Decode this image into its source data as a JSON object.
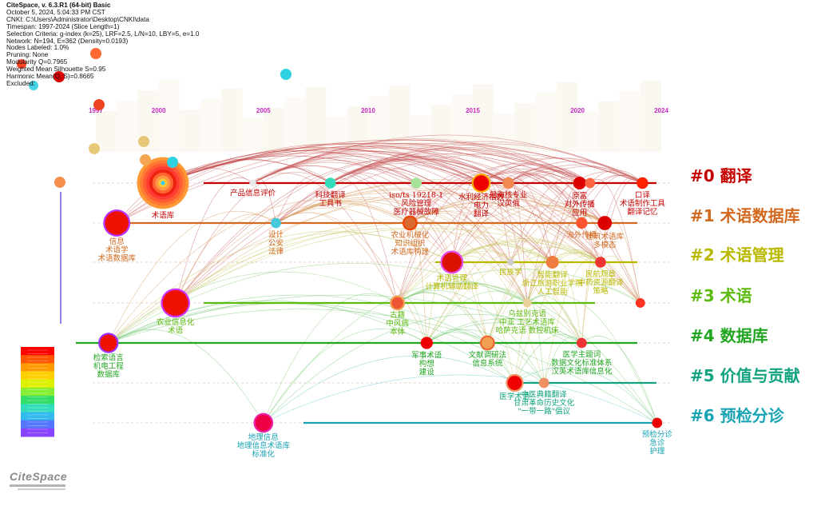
{
  "header": {
    "lines": [
      "CiteSpace, v. 6.3.R1 (64-bit) Basic",
      "October 5, 2024, 5:04:33 PM CST",
      "CNKI: C:\\Users\\Administrator\\Desktop\\CNKI\\data",
      "Timespan: 1997-2024 (Slice Length=1)",
      "Selection Criteria: g-index (k=25), LRF=2.5, L/N=10, LBY=5, e=1.0",
      "Network: N=194, E=362 (Density=0.0193)",
      "Nodes Labeled: 1.0%",
      "Pruning: None",
      "Modularity Q=0.7965",
      "Weighted Mean Silhouette S=0.95",
      "Harmonic Mean(Q, S)=0.8665",
      "Excluded:"
    ]
  },
  "brand": {
    "label": "CiteSpace"
  },
  "chart_data": {
    "type": "timeline",
    "x_range": [
      1997,
      2024
    ],
    "year_ticks": [
      "1997",
      "2000",
      "2005",
      "2010",
      "2015",
      "2020",
      "2024"
    ],
    "clusters": [
      {
        "id": "#0",
        "name": "翻译",
        "label": "#0 翻译",
        "color": "#c40000"
      },
      {
        "id": "#1",
        "name": "术语数据库",
        "label": "#1 术语数据库",
        "color": "#d2691e"
      },
      {
        "id": "#2",
        "name": "术语管理",
        "label": "#2 术语管理",
        "color": "#b8b800"
      },
      {
        "id": "#3",
        "name": "术语",
        "label": "#3 术语",
        "color": "#5cba10"
      },
      {
        "id": "#4",
        "name": "数据库",
        "label": "#4 数据库",
        "color": "#22a622"
      },
      {
        "id": "#5",
        "name": "价值与贡献",
        "label": "#5 价值与贡献",
        "color": "#11a37f"
      },
      {
        "id": "#6",
        "name": "预检分诊",
        "label": "#6 预检分诊",
        "color": "#17a3b3"
      }
    ],
    "nodes": [
      {
        "cluster": 0,
        "year": 2000.2,
        "label": "术语库",
        "size": 7,
        "color": "#ff3300",
        "ring": "#ff9933"
      },
      {
        "cluster": 0,
        "year": 2004.5,
        "label": "产品信息评价",
        "size": 0.3,
        "color": "#e7e7e7"
      },
      {
        "cluster": 0,
        "year": 2008.2,
        "label": "科技翻译\n工具书",
        "size": 0.9,
        "color": "#33ddbb"
      },
      {
        "cluster": 0,
        "year": 2012.3,
        "label": "iso/ts 19218-1\n风险管理\n医疗器械故障",
        "size": 0.9,
        "color": "#a8e39a"
      },
      {
        "cluster": 0,
        "year": 2015.4,
        "label": "水利经济指数\n电力\n翻译",
        "size": 1.6,
        "color": "#ee0000",
        "ring": "#ffaa00"
      },
      {
        "cluster": 0,
        "year": 2016.7,
        "label": "船海核专业\n汉英俄",
        "size": 1.0,
        "color": "#f08a50"
      },
      {
        "cluster": 0,
        "year": 2020.1,
        "label": "原富\n对外传播\n应用",
        "size": 1.2,
        "color": "#dd0000"
      },
      {
        "cluster": 0,
        "year": 2020.6,
        "label": "",
        "size": 0.8,
        "color": "#ff6644"
      },
      {
        "cluster": 0,
        "year": 2023.1,
        "label": "口译\n术语制作工具\n翻译记忆",
        "size": 1.0,
        "color": "#ff2200"
      },
      {
        "cluster": 1,
        "year": 1998.0,
        "label": "信息\n术语学\n术语数据库",
        "size": 2.8,
        "color": "#ee1100",
        "ring": "#b733ff"
      },
      {
        "cluster": 1,
        "year": 2005.6,
        "label": "设计\n公安\n法律",
        "size": 0.8,
        "color": "#44c9dd"
      },
      {
        "cluster": 1,
        "year": 2012.0,
        "label": "农业机械化\n知识组织\n术语库构建",
        "size": 1.0,
        "color": "#d86a30",
        "ring": "#ee4400"
      },
      {
        "cluster": 1,
        "year": 2020.2,
        "label": "海外传播",
        "size": 1.0,
        "color": "#ff5533"
      },
      {
        "cluster": 1,
        "year": 2021.3,
        "label": "建筑术语库\n多模态",
        "size": 1.4,
        "color": "#dd0000"
      },
      {
        "cluster": 2,
        "year": 2014.0,
        "label": "术语管理\n计算机辅助翻译",
        "size": 2.2,
        "color": "#dd1100",
        "ring": "#e44af0"
      },
      {
        "cluster": 2,
        "year": 2016.8,
        "label": "民族学",
        "size": 0.3,
        "color": "#cccccc"
      },
      {
        "cluster": 2,
        "year": 2018.8,
        "label": "智能翻译\n浙江旅游职业学院\n人工智能",
        "size": 1.2,
        "color": "#f07d40"
      },
      {
        "cluster": 2,
        "year": 2021.1,
        "label": "民航规章\n中药资源翻译\n策略",
        "size": 0.9,
        "color": "#ee3333"
      },
      {
        "cluster": 3,
        "year": 2000.8,
        "label": "农业信息化\n术语",
        "size": 3.1,
        "color": "#ee1100",
        "ring": "#cc33ff"
      },
      {
        "cluster": 3,
        "year": 2011.4,
        "label": "古籍\n中风病\n本体",
        "size": 1.0,
        "color": "#ee5533",
        "ring": "#f0a050"
      },
      {
        "cluster": 3,
        "year": 2017.6,
        "label": "乌兹别克语\n中亚  工艺术语库\n哈萨克语  数控机床",
        "size": 0.6,
        "color": "#e9d29a"
      },
      {
        "cluster": 3,
        "year": 2023.0,
        "label": "",
        "size": 0.7,
        "color": "#ff3322"
      },
      {
        "cluster": 4,
        "year": 1997.6,
        "label": "检索语言\n机电工程\n数据库",
        "size": 1.8,
        "color": "#ee1100",
        "ring": "#9933ff"
      },
      {
        "cluster": 4,
        "year": 2012.8,
        "label": "军事术语\n构想\n建设",
        "size": 1.1,
        "color": "#ee0000"
      },
      {
        "cluster": 4,
        "year": 2015.7,
        "label": "文献调研法\n信息系统",
        "size": 1.0,
        "color": "#f0a050",
        "ring": "#ee6633"
      },
      {
        "cluster": 4,
        "year": 2020.2,
        "label": "医学主题词\n数据文化标准体系\n汉英术语库信息化",
        "size": 0.8,
        "color": "#ee3333"
      },
      {
        "cluster": 5,
        "year": 2017.0,
        "label": "医学术语",
        "size": 1.4,
        "color": "#ee0000",
        "ring": "#f09060"
      },
      {
        "cluster": 5,
        "year": 2018.4,
        "label": "中医典籍翻译\n甘肃革命历史文化\n\"一带一路\"倡议",
        "size": 0.8,
        "color": "#f09060"
      },
      {
        "cluster": 6,
        "year": 2005.0,
        "label": "地理信息\n地理信息术语库\n标准化",
        "size": 1.7,
        "color": "#ee0044",
        "ring": "#ee22aa"
      },
      {
        "cluster": 6,
        "year": 2023.8,
        "label": "预检分诊\n急诊\n护理",
        "size": 0.8,
        "color": "#ee0000"
      }
    ],
    "legend_scale": {
      "type": "color-ramp",
      "from_year": 1997,
      "to_year": 2024
    }
  }
}
